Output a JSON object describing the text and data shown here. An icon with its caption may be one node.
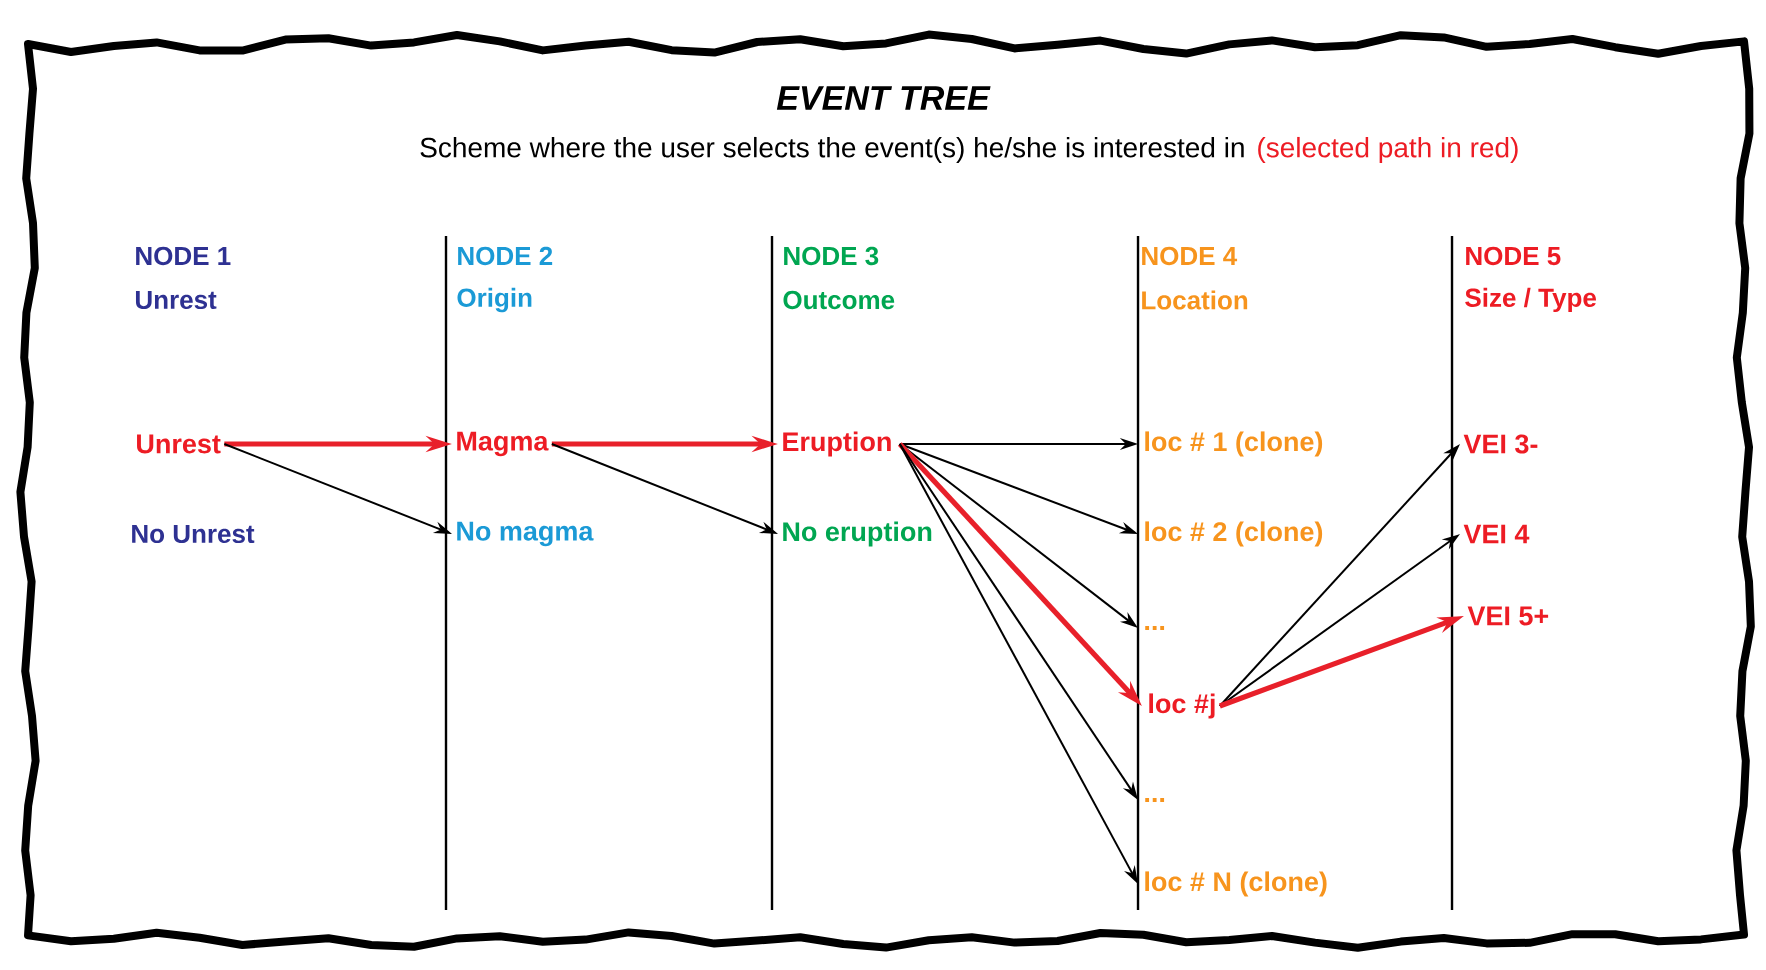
{
  "diagram": {
    "title": "EVENT TREE",
    "nodes": [
      {
        "text": [
          "Unrest"
        ]
      },
      {
        "text": [
          "Magma"
        ]
      },
      {
        "text": [
          "No magma"
        ]
      },
      {
        "text": [
          "Eruption"
        ]
      },
      {
        "text": [
          "No eruption"
        ]
      },
      {
        "text": [
          "loc # 1 (clone)"
        ]
      },
      {
        "text": [
          "loc # 2 (clone)"
        ]
      },
      {
        "text": [
          "..."
        ]
      },
      {
        "text": [
          "loc #j"
        ]
      },
      {
        "text": [
          "..."
        ]
      },
      {
        "text": [
          "loc # N (clone)"
        ]
      },
      {
        "text": [
          "VEI 3-"
        ]
      },
      {
        "text": [
          "VEI 4"
        ]
      },
      {
        "text": [
          "VEI 5+"
        ]
      }
    ],
    "edges": [
      {
        "from": 0,
        "to": 1,
        "arrow": "to",
        "style": "thick",
        "color": "#e8202a"
      },
      {
        "from": 0,
        "to": 2,
        "arrow": "to"
      },
      {
        "from": 1,
        "to": 3,
        "arrow": "to",
        "style": "thick",
        "color": "#e8202a"
      },
      {
        "from": 1,
        "to": 4,
        "arrow": "to"
      },
      {
        "from": 3,
        "to": 5,
        "arrow": "to"
      },
      {
        "from": 3,
        "to": 6,
        "arrow": "to"
      },
      {
        "from": 3,
        "to": 7,
        "arrow": "to"
      },
      {
        "from": 3,
        "to": 8,
        "arrow": "to",
        "style": "thick",
        "color": "#e8202a"
      },
      {
        "from": 3,
        "to": 9,
        "arrow": "to"
      },
      {
        "from": 3,
        "to": 10,
        "arrow": "to"
      },
      {
        "from": 8,
        "to": 11,
        "arrow": "to"
      },
      {
        "from": 8,
        "to": 12,
        "arrow": "to"
      },
      {
        "from": 8,
        "to": 13,
        "arrow": "to",
        "style": "thick",
        "color": "#e8202a"
      }
    ],
    "labels": [
      "Scheme where the user selects the event(s) he/she is interested in",
      "(selected path in red)",
      "NODE 1",
      "Unrest",
      "NODE 2",
      "Origin",
      "NODE 3",
      "Outcome",
      "NODE 4",
      "Location",
      "NODE 5",
      "Size / Type",
      "No Unrest"
    ]
  }
}
